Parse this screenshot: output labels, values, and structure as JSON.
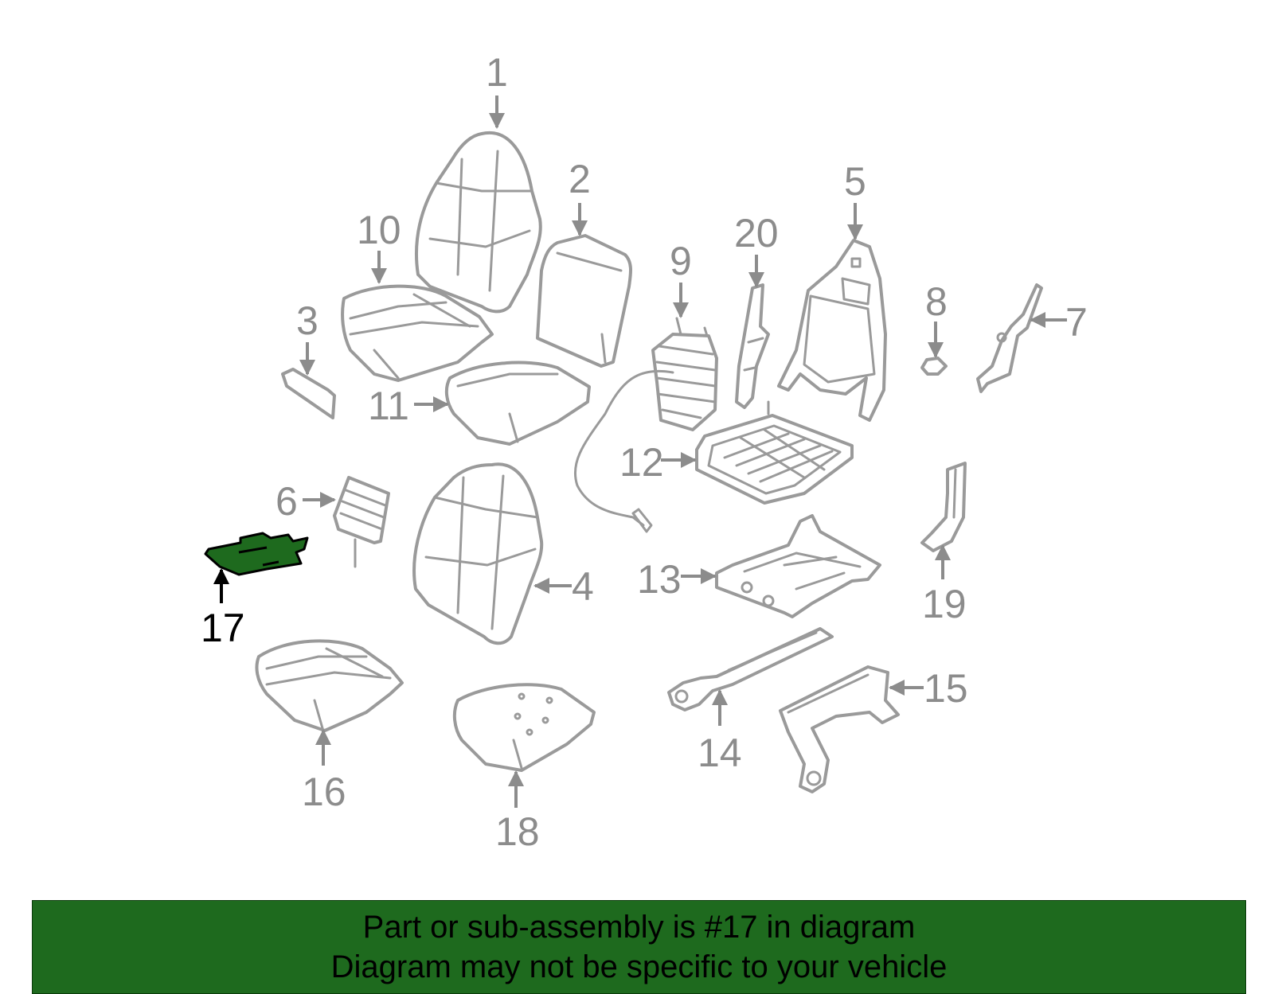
{
  "colors": {
    "outline": "#9a9a9a",
    "label": "#8c8c8c",
    "highlight_fill": "#1e6a1e",
    "highlight_label": "#000000",
    "banner_bg": "#1e6a1e",
    "banner_text": "#000000"
  },
  "callouts": [
    {
      "id": "1",
      "label": "1"
    },
    {
      "id": "2",
      "label": "2"
    },
    {
      "id": "3",
      "label": "3"
    },
    {
      "id": "4",
      "label": "4"
    },
    {
      "id": "5",
      "label": "5"
    },
    {
      "id": "6",
      "label": "6"
    },
    {
      "id": "7",
      "label": "7"
    },
    {
      "id": "8",
      "label": "8"
    },
    {
      "id": "9",
      "label": "9"
    },
    {
      "id": "10",
      "label": "10"
    },
    {
      "id": "11",
      "label": "11"
    },
    {
      "id": "12",
      "label": "12"
    },
    {
      "id": "13",
      "label": "13"
    },
    {
      "id": "14",
      "label": "14"
    },
    {
      "id": "15",
      "label": "15"
    },
    {
      "id": "16",
      "label": "16"
    },
    {
      "id": "17",
      "label": "17"
    },
    {
      "id": "18",
      "label": "18"
    },
    {
      "id": "19",
      "label": "19"
    },
    {
      "id": "20",
      "label": "20"
    }
  ],
  "highlighted_part": "17",
  "banner": {
    "line1": "Part or sub-assembly is #17 in diagram",
    "line2": "Diagram may not be specific to your vehicle"
  }
}
